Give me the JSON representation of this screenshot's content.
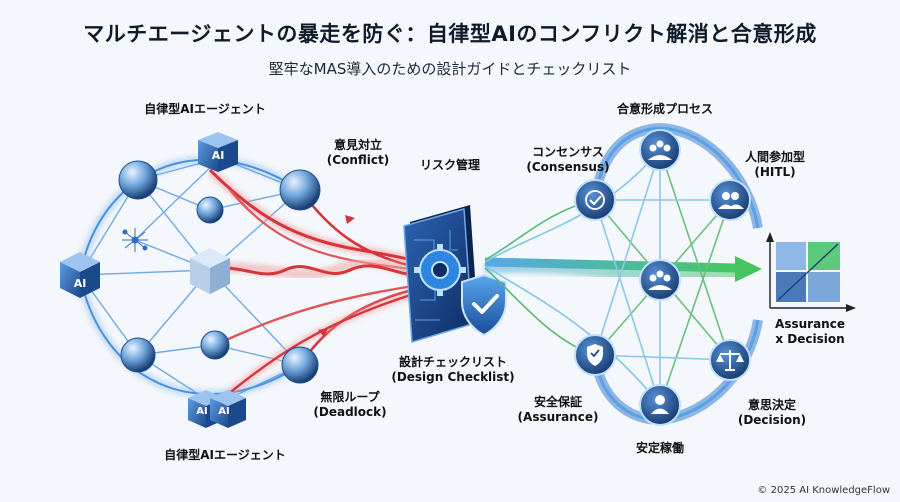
{
  "header": {
    "title": "マルチエージェントの暴走を防ぐ：自律型AIのコンフリクト解消と合意形成",
    "subtitle": "堅牢なMAS導入のための設計ガイドとチェックリスト"
  },
  "left": {
    "top_label": "自律型AIエージェント",
    "bottom_label": "自律型AIエージェント",
    "node_text": "AI"
  },
  "risks": {
    "conflict_jp": "意見対立",
    "conflict_en": "(Conflict)",
    "deadlock_jp": "無限ループ",
    "deadlock_en": "(Deadlock)"
  },
  "center": {
    "risk_label": "リスク管理",
    "checklist_jp": "設計チェックリスト",
    "checklist_en": "(Design Checklist)"
  },
  "right": {
    "process_label": "合意形成プロセス",
    "consensus_jp": "コンセンサス",
    "consensus_en": "(Consensus)",
    "hitl_jp": "人間参加型",
    "hitl_en": "(HITL)",
    "assurance_jp": "安全保証",
    "assurance_en": "(Assurance)",
    "stable": "安定稼働",
    "decision_jp": "意思決定",
    "decision_en": "(Decision)",
    "chart_label_1": "Assurance",
    "chart_label_2": "x Decision"
  },
  "footer": {
    "credit": "© 2025 AI KnowledgeFlow"
  },
  "colors": {
    "blue": "#2f7fd6",
    "red": "#d8343a",
    "green": "#3fbf63",
    "navy": "#1d3f78"
  }
}
